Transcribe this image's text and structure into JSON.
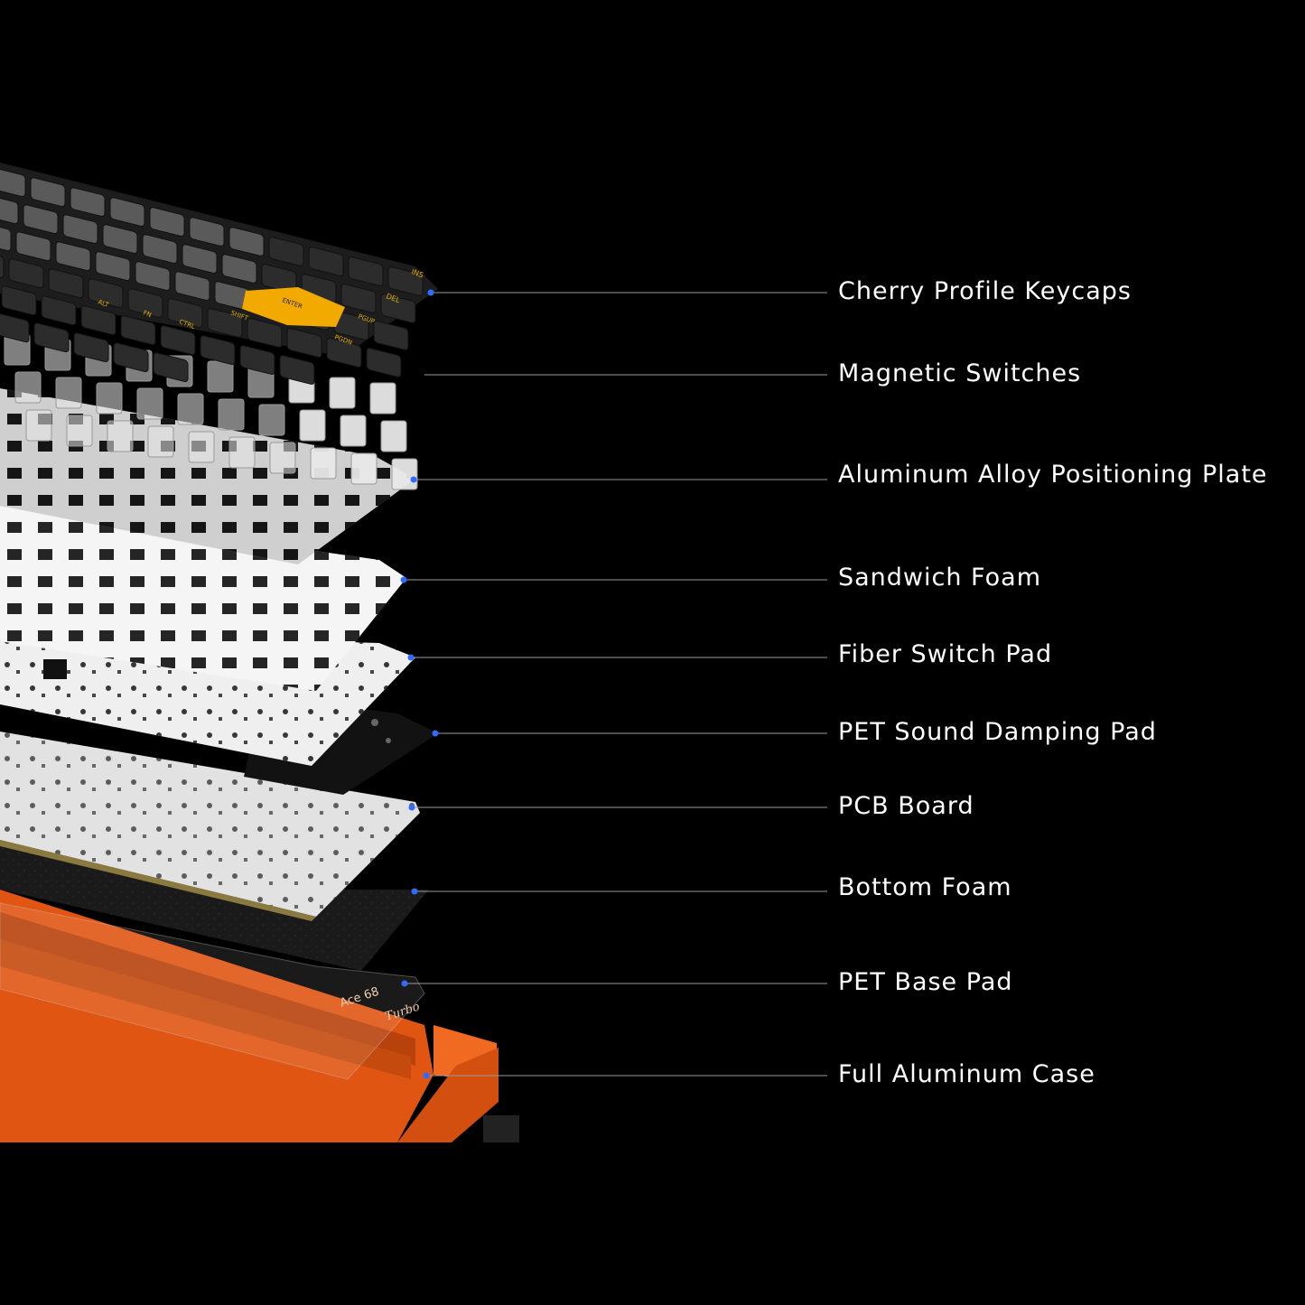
{
  "colors": {
    "background": "#000000",
    "leader_line": "#9a9a9a",
    "anchor_dot": "#2f6bff",
    "keycap_dark": "#2c2c2c",
    "keycap_grey": "#5a5a5a",
    "keycap_accent": "#f2a900",
    "legend": "#e0b000",
    "case_orange": "#e45a14",
    "plate_silver": "#c9c9c9",
    "foam_white": "#f2f2f2",
    "pet_black": "#141414"
  },
  "keycaps": {
    "legends": [
      "INS",
      "DEL",
      "ENTER",
      "SHIFT",
      "PGUP",
      "PGDN",
      "CTRL",
      "ALT",
      "FN"
    ]
  },
  "case": {
    "branding": "Ace 68",
    "script": "Turbo"
  },
  "labels": [
    {
      "id": "keycaps",
      "text": "Cherry Profile Keycaps"
    },
    {
      "id": "switches",
      "text": "Magnetic Switches"
    },
    {
      "id": "plate",
      "text": "Aluminum Alloy Positioning Plate"
    },
    {
      "id": "sandwich",
      "text": "Sandwich Foam"
    },
    {
      "id": "fiber",
      "text": "Fiber Switch Pad"
    },
    {
      "id": "pet-sound",
      "text": "PET Sound Damping Pad"
    },
    {
      "id": "pcb",
      "text": "PCB Board"
    },
    {
      "id": "bottom-foam",
      "text": "Bottom Foam"
    },
    {
      "id": "pet-base",
      "text": "PET Base Pad"
    },
    {
      "id": "case",
      "text": "Full Aluminum Case"
    }
  ]
}
